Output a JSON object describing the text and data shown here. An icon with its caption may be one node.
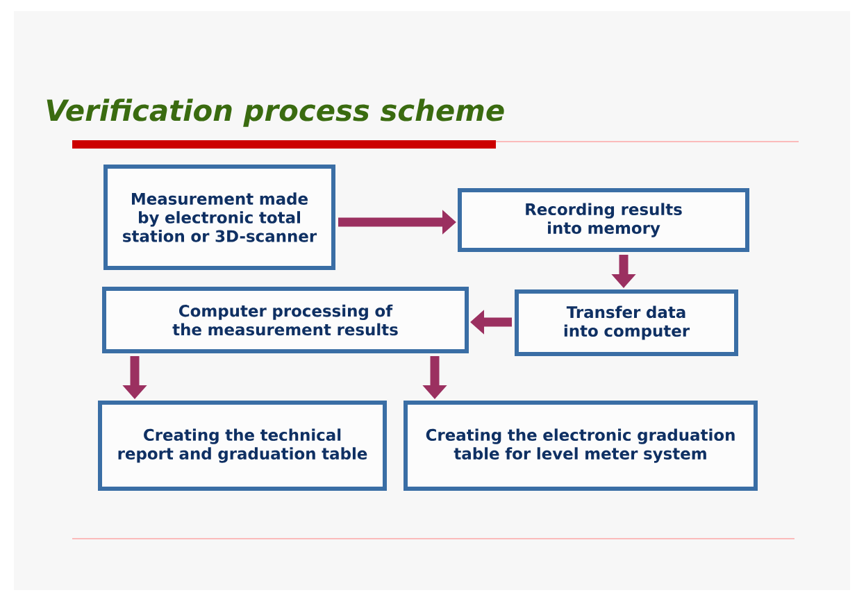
{
  "diagram": {
    "title": "Verification process scheme",
    "nodes": [
      {
        "text": [
          "Measurement made by electronic total station or 3D-scanner"
        ]
      },
      {
        "text": [
          "Recording results into memory"
        ]
      },
      {
        "text": [
          "Transfer data into computer"
        ]
      },
      {
        "text": [
          "Computer processing of the measurement results"
        ]
      },
      {
        "text": [
          "Creating the technical report and graduation table"
        ]
      },
      {
        "text": [
          "Creating the electronic graduation table for level meter system"
        ]
      }
    ],
    "edges": [
      {
        "from": 0,
        "to": 1,
        "arrow": "to"
      },
      {
        "from": 1,
        "to": 2,
        "arrow": "to"
      },
      {
        "from": 2,
        "to": 3,
        "arrow": "to"
      },
      {
        "from": 3,
        "to": 4,
        "arrow": "to"
      },
      {
        "from": 3,
        "to": 5,
        "arrow": "to"
      }
    ]
  }
}
